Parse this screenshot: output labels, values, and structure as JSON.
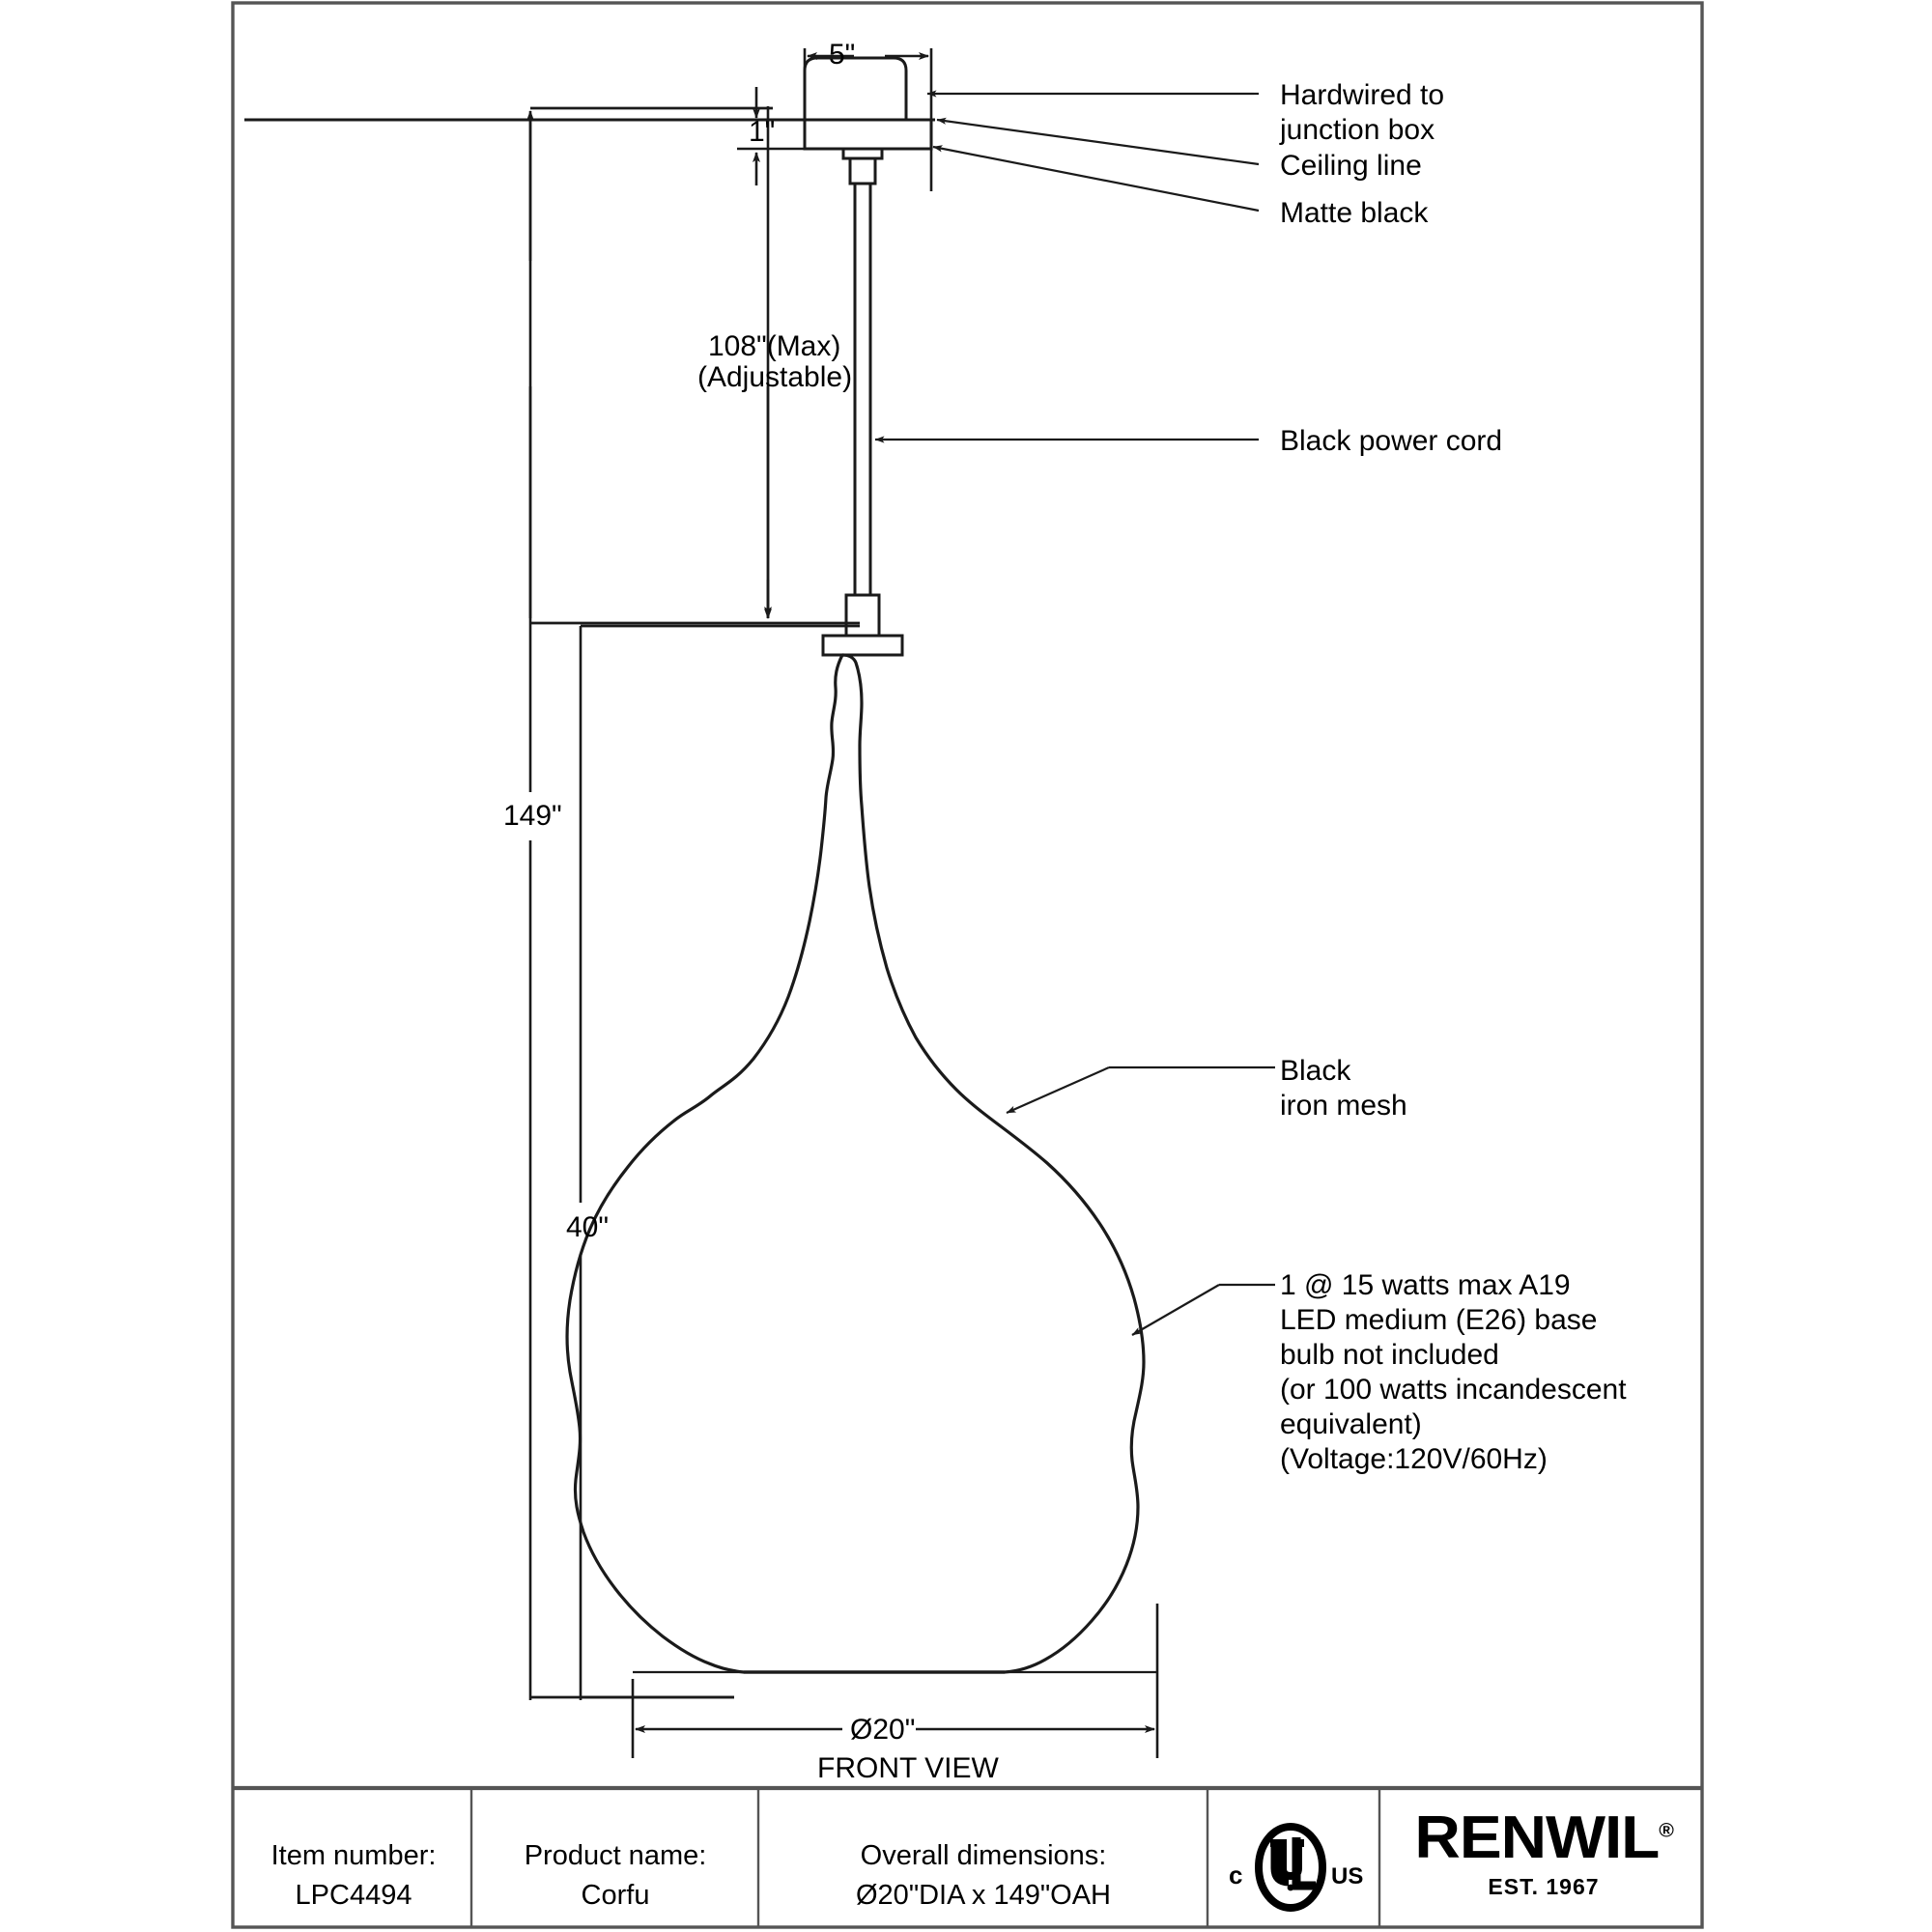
{
  "sheet": {
    "view_label": "FRONT VIEW"
  },
  "dimensions": {
    "canopy_width": "5\"",
    "canopy_height": "1\"",
    "cord_length": "108\"(Max)",
    "cord_adjustable": "(Adjustable)",
    "overall_height": "149\"",
    "shade_height": "40\"",
    "shade_diameter": "Ø20\""
  },
  "annotations": {
    "hardwired_line1": "Hardwired to",
    "hardwired_line2": "junction box",
    "ceiling_line": "Ceiling line",
    "matte_black": "Matte black",
    "power_cord": "Black power cord",
    "mesh_line1": "Black",
    "mesh_line2": "iron mesh",
    "bulb_line1": "1 @ 15 watts max A19",
    "bulb_line2": "LED medium (E26) base",
    "bulb_line3": "bulb not included",
    "bulb_line4": "(or 100 watts incandescent",
    "bulb_line5": "equivalent)",
    "bulb_line6": "(Voltage:120V/60Hz)"
  },
  "footer": {
    "item_number_label": "Item number:",
    "item_number_value": "LPC4494",
    "product_name_label": "Product name:",
    "product_name_value": "Corfu",
    "overall_dimensions_label": "Overall dimensions:",
    "overall_dimensions_value": "Ø20\"DIA x 149\"OAH",
    "certification": "cULus",
    "cert_left": "c",
    "cert_mark": "UL",
    "cert_right": "US",
    "brand_name": "RENWIL",
    "brand_registered": "®",
    "brand_established": "EST. 1967"
  },
  "colors": {
    "line": "#1a1a1a",
    "border": "#555555",
    "background": "#ffffff"
  }
}
